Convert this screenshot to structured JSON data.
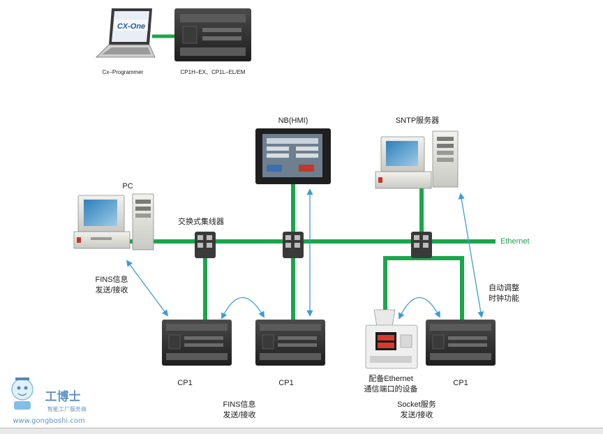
{
  "top": {
    "software_label": "Cx–Programmer",
    "cx_logo": "CX-One",
    "plc_label": "CP1H–EX、CP1L–EL/EM"
  },
  "nodes": {
    "pc": "PC",
    "hmi": "NB(HMI)",
    "sntp": "SNTP服务器",
    "switch": "交换式集线器",
    "ethernet": "Ethernet",
    "cp1_a": "CP1",
    "cp1_b": "CP1",
    "cp1_c": "CP1",
    "device_line1": "配备Ethernet",
    "device_line2": "通信端口的设备"
  },
  "annotations": {
    "fins_left_1": "FINS信息",
    "fins_left_2": "发送/接收",
    "fins_bottom_1": "FINS信息",
    "fins_bottom_2": "发送/接收",
    "socket_1": "Socket服务",
    "socket_2": "发送/接收",
    "clock_1": "自动调整",
    "clock_2": "时钟功能"
  },
  "watermark": {
    "title": "工博士",
    "subtitle": "智能工厂服务商",
    "url": "www.gongboshi.com"
  },
  "colors": {
    "network": "#1aa64a",
    "arrow": "#3d9bd6",
    "plc_body": "#2b2b2b"
  }
}
